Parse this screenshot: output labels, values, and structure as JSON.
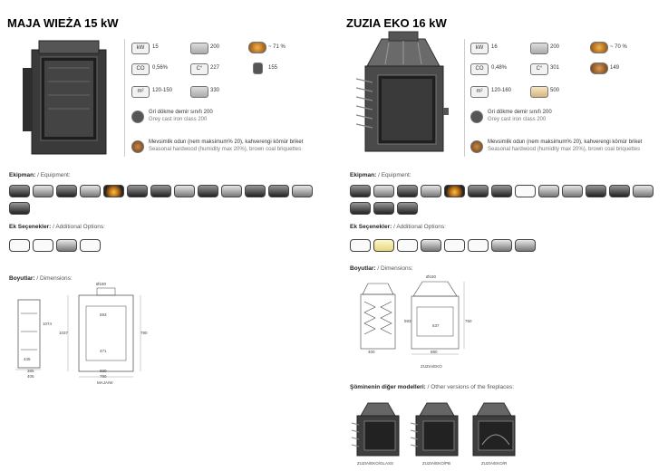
{
  "left": {
    "title": "MAJA WIEŻA 15 kW",
    "specs": {
      "kw_icon": "kW",
      "kw": "15",
      "width_val": "200",
      "efficiency": "~ 71 %",
      "co_icon": "CO",
      "co": "0,56%",
      "temp_icon": "C°",
      "temp": "227",
      "weight": "155",
      "area_icon": "m²",
      "area": "120-150",
      "volume": "330"
    },
    "material_tr": "Gri dökme demir sınıfı 200",
    "material_en": "Grey cast iron class 200",
    "fuel_tr": "Mevsimlik odun (nem maksimum% 20), kahverengi kömür briket",
    "fuel_en": "Seasonal hardwood (humidity max 20%), brown coal briquettes",
    "equipment_tr": "Ekipman:",
    "equipment_en": "/ Equipment:",
    "options_tr": "Ek Seçenekler:",
    "options_en": "/ Additional Options:",
    "dimensions_tr": "Boyutlar:",
    "dimensions_en": "/ Dimensions:",
    "drawing_caption": "MAJA/W",
    "dims": {
      "d1": "Ø180",
      "d2": "1074",
      "d3": "1037",
      "d4": "790",
      "d5": "593",
      "d6": "445",
      "d7": "690",
      "d8": "790",
      "d9": "405",
      "d10": "385",
      "d11": "471"
    }
  },
  "right": {
    "title": "ZUZIA EKO 16 kW",
    "specs": {
      "kw_icon": "kW",
      "kw": "16",
      "width_val": "200",
      "efficiency": "~ 70 %",
      "co_icon": "CO",
      "co": "0,48%",
      "temp_icon": "C°",
      "temp": "301",
      "weight": "149",
      "area_icon": "m²",
      "area": "120-160",
      "volume": "500"
    },
    "material_tr": "Gri dökme demir sınıfı 200",
    "material_en": "Grey cast iron class 200",
    "fuel_tr": "Mevsimlik odun (nem maksimum% 20), kahverengi kömür briket",
    "fuel_en": "Seasonal hardwood (humidity max 20%), brown coal briquettes",
    "equipment_tr": "Ekipman:",
    "equipment_en": "/ Equipment:",
    "options_tr": "Ek Seçenekler:",
    "options_en": "/ Additional Options:",
    "dimensions_tr": "Boyutlar:",
    "dimensions_en": "/ Dimensions:",
    "drawing_caption": "ZUZIA/EKO",
    "dims": {
      "d1": "Ø180",
      "d2": "400",
      "d3": "880",
      "d4": "537",
      "d5": "760",
      "d6": "593"
    },
    "other_models_tr": "Şöminenin diğer modelleri:",
    "other_models_en": "/ Other versions of the fireplaces:",
    "models": [
      "ZUZIA/EKO/GLASS",
      "ZUZIA/EKO/PB",
      "ZUZIA/EKO/R"
    ]
  }
}
